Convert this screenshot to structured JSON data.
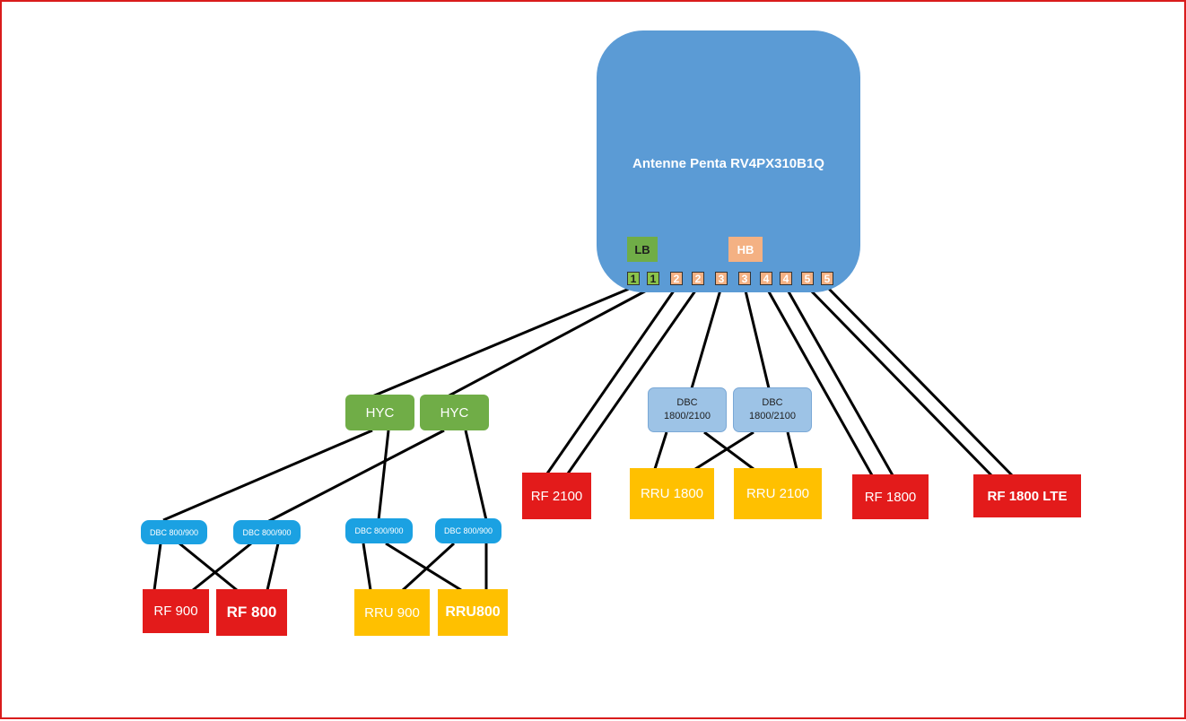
{
  "antenna": {
    "title": "Antenne Penta RV4PX310B1Q",
    "color": "#5b9bd5"
  },
  "bands": {
    "lb": "LB",
    "hb": "HB"
  },
  "ports": [
    "1",
    "1",
    "2",
    "2",
    "3",
    "3",
    "4",
    "4",
    "5",
    "5"
  ],
  "hyc": [
    "HYC",
    "HYC"
  ],
  "dbc_low": [
    "DBC 800/900",
    "DBC 800/900",
    "DBC 800/900",
    "DBC 800/900"
  ],
  "dbc_high": [
    "DBC\n1800/2100",
    "DBC\n1800/2100"
  ],
  "rf": [
    "RF 900",
    "RF 800",
    "RF 2100",
    "RF 1800",
    "RF 1800 LTE"
  ],
  "rru": [
    "RRU 900",
    "RRU800",
    "RRU 1800",
    "RRU 2100"
  ],
  "colors": {
    "border": "#d91c1c",
    "rf": "#e31b1b",
    "rru": "#ffc000",
    "hyc": "#70ad47",
    "dbc_low": "#1ba1e2",
    "dbc_high": "#9dc3e6"
  }
}
